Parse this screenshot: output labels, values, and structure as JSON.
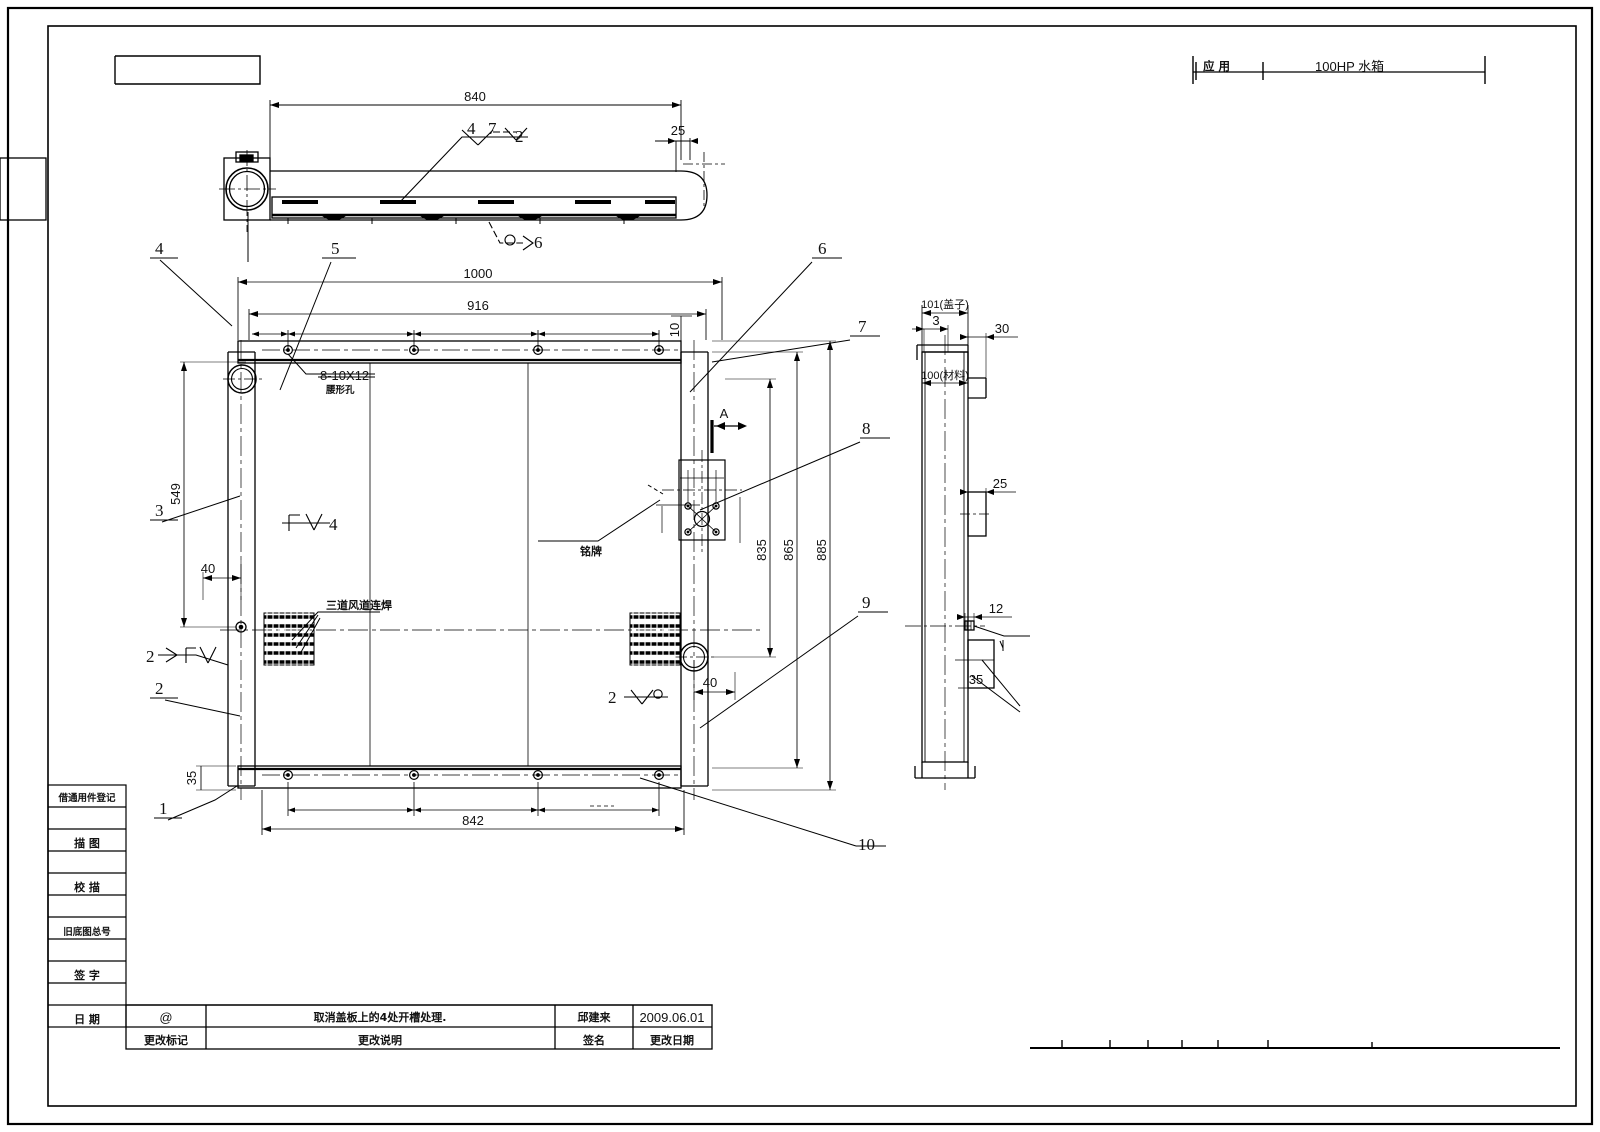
{
  "drawing": {
    "header": {
      "application_label": "应 用",
      "title_text": "100HP 水箱"
    },
    "left_margin_rows": [
      {
        "label": "借通用件登记"
      },
      {
        "label": ""
      },
      {
        "label": "描    图"
      },
      {
        "label": ""
      },
      {
        "label": "校    描"
      },
      {
        "label": ""
      },
      {
        "label": "旧底图总号"
      },
      {
        "label": ""
      },
      {
        "label": "签    字"
      },
      {
        "label": ""
      },
      {
        "label": "日    期"
      }
    ],
    "revision_table": {
      "rows": [
        {
          "mark": "@",
          "description": "取消盖板上的4处开槽处理.",
          "signature": "邱建来",
          "date": "2009.06.01"
        }
      ],
      "headers": {
        "mark": "更改标记",
        "description": "更改说明",
        "signature": "签名",
        "date": "更改日期"
      }
    },
    "top_view": {
      "dim_overall": "840",
      "dim_right": "25",
      "weld_a": "4",
      "weld_b": "7",
      "weld_c": "2",
      "weld_bottom": "6",
      "balloon_5": "5"
    },
    "front_view": {
      "dim_1000": "1000",
      "dim_916": "916",
      "dim_10": "10",
      "dim_549": "549",
      "dim_40_left": "40",
      "dim_40_right": "40",
      "dim_35": "35",
      "dim_842": "842",
      "dim_835": "835",
      "dim_865": "865",
      "dim_885": "885",
      "note_holes": "8-10X12",
      "note_holes_sub": "腰形孔",
      "note_duct": "三道风道连焊",
      "note_plate": "铭牌",
      "weld_left_4": "4",
      "weld_left_2": "2",
      "weld_right_2": "2",
      "section_mark": "A"
    },
    "side_view": {
      "dim_101": "101(盖子)",
      "dim_3": "3",
      "dim_30": "30",
      "dim_100": "100(材料)",
      "dim_25": "25",
      "dim_12": "12",
      "dim_35": "35"
    },
    "balloons": [
      "1",
      "2",
      "3",
      "4",
      "5",
      "6",
      "7",
      "8",
      "9",
      "10"
    ]
  }
}
